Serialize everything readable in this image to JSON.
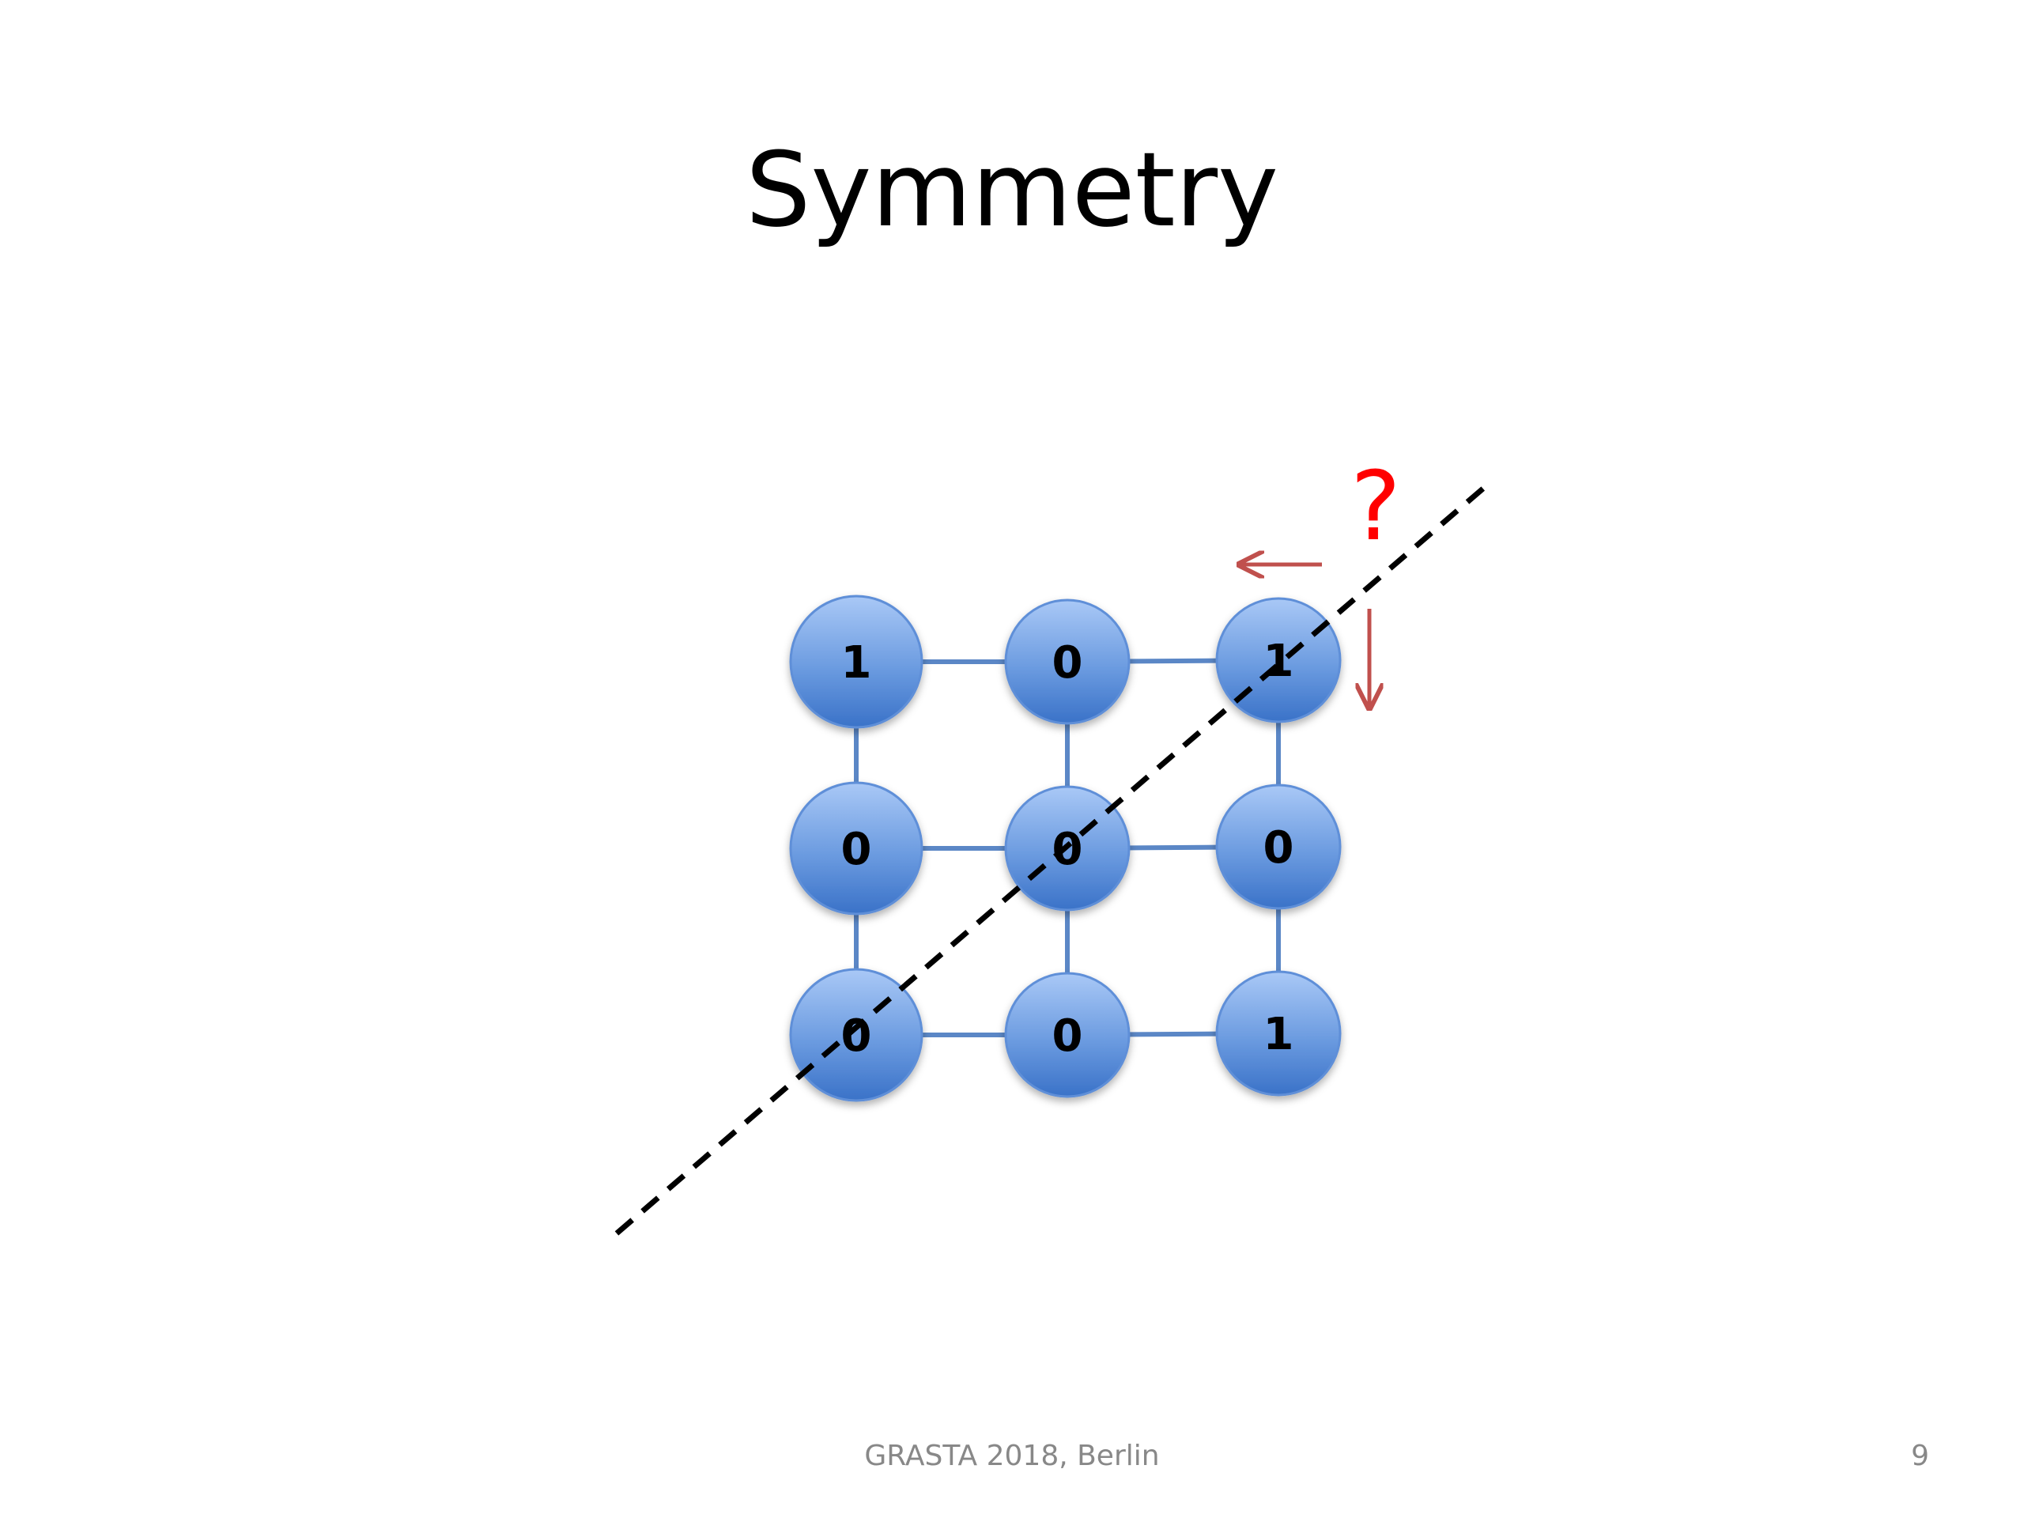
{
  "slide": {
    "title": "Symmetry",
    "footer": "GRASTA 2018, Berlin",
    "page_number": "9"
  },
  "grid": {
    "rows": [
      [
        "1",
        "0",
        "1"
      ],
      [
        "0",
        "0",
        "0"
      ],
      [
        "0",
        "0",
        "1"
      ]
    ]
  },
  "annotation": {
    "question": "?"
  },
  "colors": {
    "node_top": "#a4c2f4",
    "node_bottom": "#3f76cc",
    "node_stroke": "#5f8fd8",
    "edge": "#5b87c6",
    "symmetry_line": "#000000",
    "arrow": "#c0504d",
    "question": "#ff0000",
    "footer_text": "#888888"
  }
}
